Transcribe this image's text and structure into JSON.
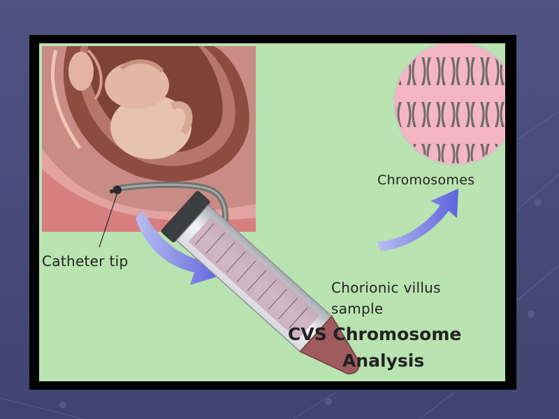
{
  "labels": {
    "catheter_tip": "Catheter tip",
    "chromosomes": "Chromosomes",
    "sample_line1": "Chorionic villus",
    "sample_line2": "sample"
  },
  "title": {
    "line1": "CVS Chromosome",
    "line2": "Analysis"
  },
  "colors": {
    "slide_background": "#4a4f7a",
    "panel_border": "#000000",
    "panel_fill": "#b9e3b0",
    "arrow": "#6c6ee0",
    "tube_sample": "#a0585a",
    "chromosome_bg": "#f1b4c0"
  }
}
